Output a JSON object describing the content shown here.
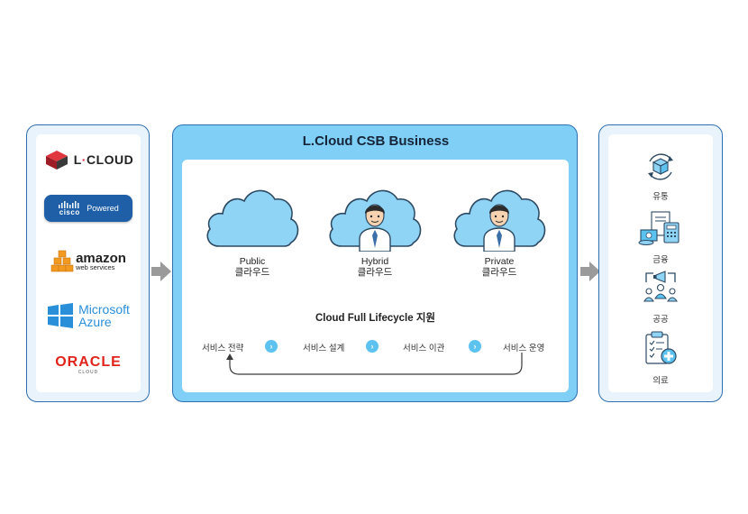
{
  "providers": [
    {
      "name": "L·CLOUD",
      "icon": "lcloud-logo"
    },
    {
      "name": "cisco",
      "sub": "Powered",
      "icon": "cisco-logo"
    },
    {
      "name": "amazon",
      "sub": "web services",
      "icon": "aws-logo"
    },
    {
      "name": "Microsoft",
      "sub": "Azure",
      "icon": "azure-logo"
    },
    {
      "name": "ORACLE",
      "sub": "CLOUD",
      "icon": "oracle-logo"
    }
  ],
  "center": {
    "title": "L.Cloud CSB Business",
    "clouds": [
      {
        "label1": "Public",
        "label2": "클라우드",
        "icon": "cloud-icon"
      },
      {
        "label1": "Hybrid",
        "label2": "클라우드",
        "icon": "cloud-person-icon"
      },
      {
        "label1": "Private",
        "label2": "클라우드",
        "icon": "cloud-person-icon"
      }
    ],
    "lifecycle_title": "Cloud Full Lifecycle 지원",
    "steps": [
      "서비스 전략",
      "서비스 설계",
      "서비스 이관",
      "서비스 운영"
    ],
    "step_arrow_glyph": "›"
  },
  "sectors": [
    {
      "label": "유통",
      "icon": "cube-cycle-icon"
    },
    {
      "label": "금융",
      "icon": "finance-icon"
    },
    {
      "label": "공공",
      "icon": "public-icon"
    },
    {
      "label": "의료",
      "icon": "medical-icon"
    }
  ],
  "colors": {
    "panel_border": "#2f6fb0",
    "center_bg": "#7fcff6",
    "cloud_fill": "#8fd3f5",
    "accent": "#5cc2f0",
    "arrow_gray": "#9a9a9a"
  }
}
